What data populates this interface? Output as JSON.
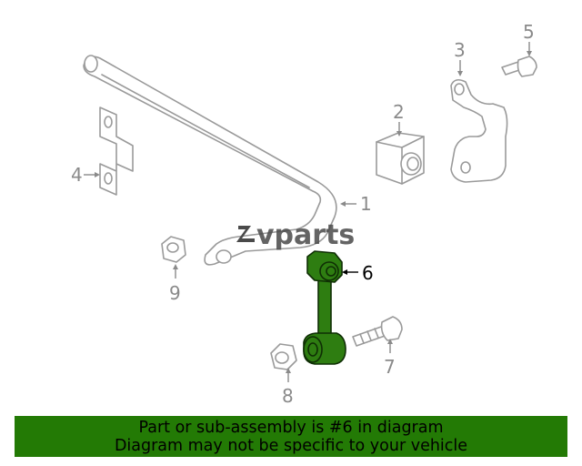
{
  "diagram": {
    "watermark": "vparts",
    "highlight_color": "#2e7d11",
    "callouts": [
      {
        "number": "1",
        "name": "stabilizer-bar"
      },
      {
        "number": "2",
        "name": "bushing"
      },
      {
        "number": "3",
        "name": "bracket-clamp"
      },
      {
        "number": "4",
        "name": "bracket"
      },
      {
        "number": "5",
        "name": "bolt"
      },
      {
        "number": "6",
        "name": "stabilizer-link",
        "highlighted": true
      },
      {
        "number": "7",
        "name": "link-bolt"
      },
      {
        "number": "8",
        "name": "link-nut"
      },
      {
        "number": "9",
        "name": "nut"
      }
    ]
  },
  "banner": {
    "line1": "Part or sub-assembly is #6 in diagram",
    "line2": "Diagram may not be specific to your vehicle",
    "background": "#237a05"
  }
}
